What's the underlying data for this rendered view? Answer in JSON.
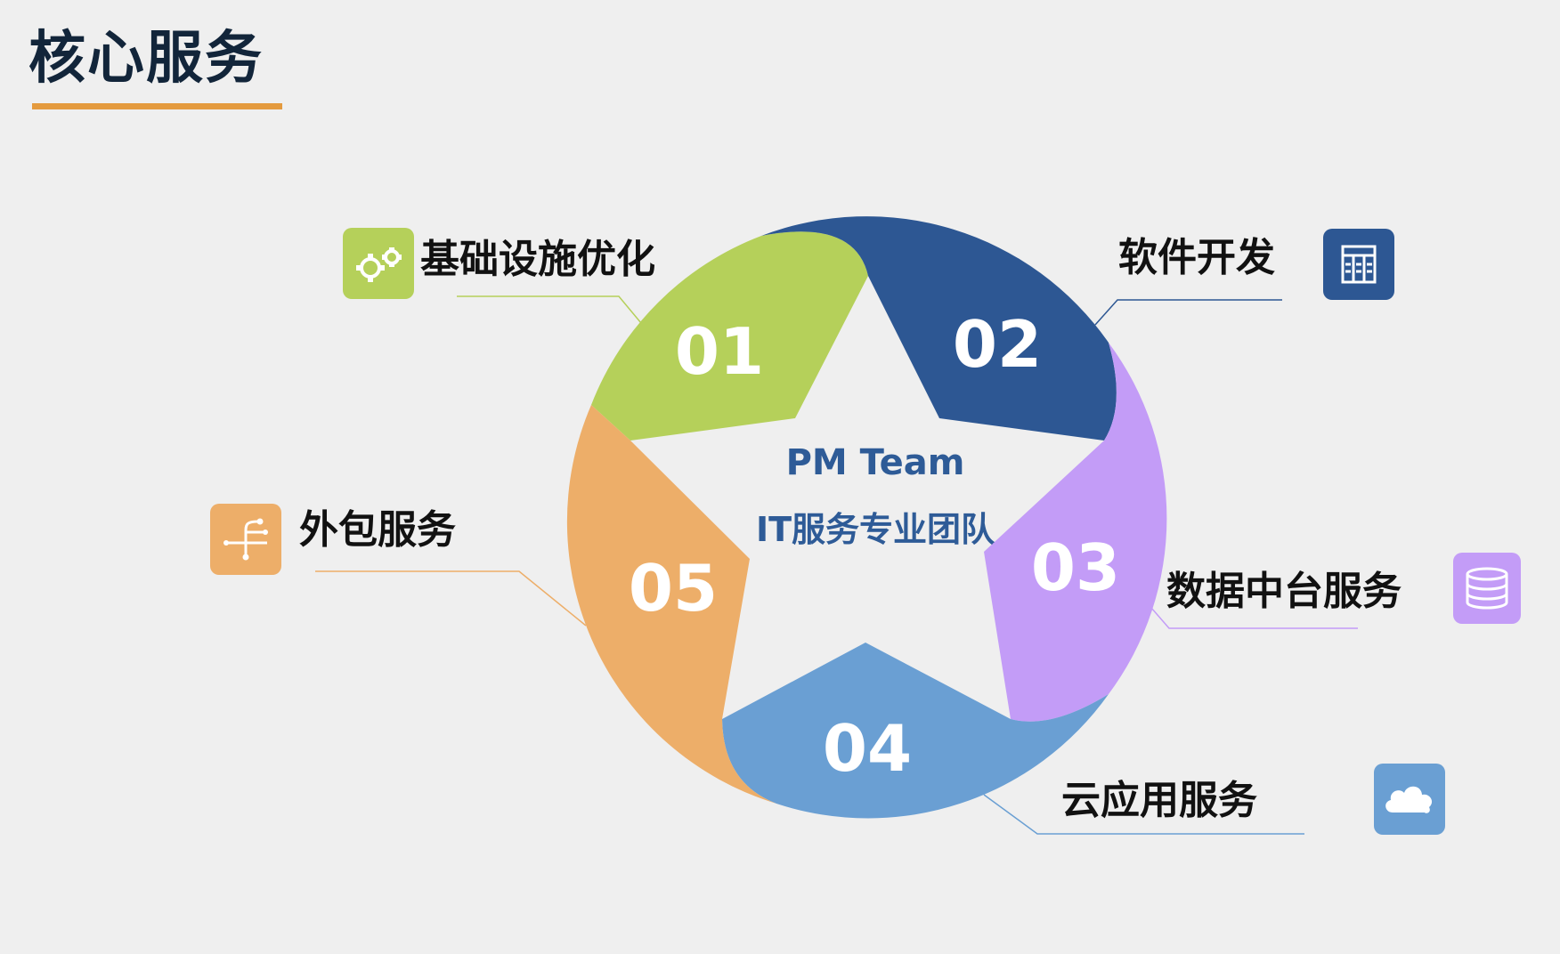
{
  "page": {
    "title": "核心服务",
    "accent_color": "#e49a3e"
  },
  "center": {
    "title": "PM Team",
    "subtitle": "IT服务专业团队"
  },
  "segments": [
    {
      "number": "01",
      "label": "基础设施优化",
      "color": "#b5d05a",
      "icon": "gears-icon"
    },
    {
      "number": "02",
      "label": "软件开发",
      "color": "#2d5793",
      "icon": "book-icon"
    },
    {
      "number": "03",
      "label": "数据中台服务",
      "color": "#c39cf7",
      "icon": "database-icon"
    },
    {
      "number": "04",
      "label": "云应用服务",
      "color": "#6a9fd3",
      "icon": "cloud-icon"
    },
    {
      "number": "05",
      "label": "外包服务",
      "color": "#edae69",
      "icon": "branch-icon"
    }
  ]
}
